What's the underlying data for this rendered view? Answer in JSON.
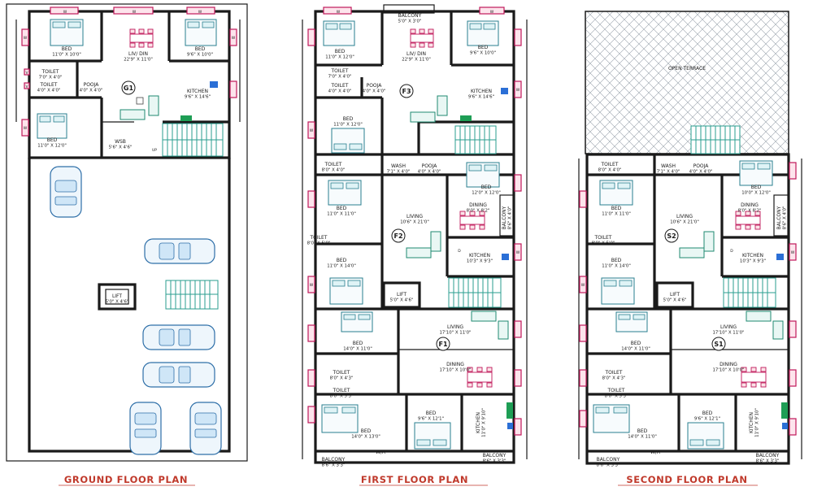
{
  "plans": [
    {
      "id": "ground",
      "title": "GROUND FLOOR PLAN",
      "unit": "G1",
      "rooms": [
        {
          "name": "BED",
          "dim": "11'0\" X 10'0\""
        },
        {
          "name": "LIV/ DIN",
          "dim": "22'9\" X 11'0\""
        },
        {
          "name": "BED",
          "dim": "9'6\" X 10'0\""
        },
        {
          "name": "TOILET",
          "dim": "7'0\" X 4'0\""
        },
        {
          "name": "TOILET",
          "dim": "4'0\" X 4'0\""
        },
        {
          "name": "POOJA",
          "dim": "4'0\" X 4'0\""
        },
        {
          "name": "KITCHEN",
          "dim": "9'6\" X 14'6\""
        },
        {
          "name": "BED",
          "dim": "11'0\" X 12'0\""
        },
        {
          "name": "WSB",
          "dim": "5'6\" X 4'6\""
        },
        {
          "name": "LIFT",
          "dim": "5'0\" X 4'6\""
        }
      ]
    },
    {
      "id": "first",
      "title": "FIRST FLOOR PLAN",
      "units": [
        "F3",
        "F2",
        "F1"
      ],
      "rooms": [
        {
          "name": "BALCONY",
          "dim": "5'0\" X 3'0\""
        },
        {
          "name": "BED",
          "dim": "11'0\" X 12'0\""
        },
        {
          "name": "LIV/ DIN",
          "dim": "22'9\" X 11'0\""
        },
        {
          "name": "BED",
          "dim": "9'6\" X 10'0\""
        },
        {
          "name": "TOILET",
          "dim": "7'0\" X 4'0\""
        },
        {
          "name": "TOILET",
          "dim": "4'0\" X 4'0\""
        },
        {
          "name": "POOJA",
          "dim": "4'0\" X 4'0\""
        },
        {
          "name": "KITCHEN",
          "dim": "9'6\" X 14'6\""
        },
        {
          "name": "BED",
          "dim": "11'0\" X 12'0\""
        },
        {
          "name": "TOILET",
          "dim": "8'0\" X 4'0\""
        },
        {
          "name": "WASH",
          "dim": "7'1\" X 4'0\""
        },
        {
          "name": "POOJA",
          "dim": "4'0\" X 4'0\""
        },
        {
          "name": "BED",
          "dim": "12'0\" X 12'0\""
        },
        {
          "name": "BED",
          "dim": "11'0\" X 11'0\""
        },
        {
          "name": "LIVING",
          "dim": "10'6\" X 21'0\""
        },
        {
          "name": "DINING",
          "dim": "8'0\" X 8'2\""
        },
        {
          "name": "BALCONY",
          "dim": "8'6\" X 4'0\""
        },
        {
          "name": "TOILET",
          "dim": "8'0\" X 5'0\""
        },
        {
          "name": "KITCHEN",
          "dim": "10'3\" X 9'3\""
        },
        {
          "name": "BED",
          "dim": "11'0\" X 14'0\""
        },
        {
          "name": "LIFT",
          "dim": "5'0\" X 4'6\""
        },
        {
          "name": "BED",
          "dim": "14'0\" X 11'0\""
        },
        {
          "name": "LIVING",
          "dim": "17'10\" X 11'0\""
        },
        {
          "name": "TOILET",
          "dim": "8'0\" X 4'3\""
        },
        {
          "name": "DINING",
          "dim": "17'10\" X 10'0\""
        },
        {
          "name": "TOILET",
          "dim": "8'0\" X 5'3\""
        },
        {
          "name": "BED",
          "dim": "9'6\" X 12'1\""
        },
        {
          "name": "BED",
          "dim": "14'0\" X 13'0\""
        },
        {
          "name": "KITCHEN",
          "dim": "11'0\" X 9'10\""
        },
        {
          "name": "BALCONY",
          "dim": "8'6\" X 3'3\""
        },
        {
          "name": "W/R",
          "dim": ""
        },
        {
          "name": "BALCONY",
          "dim": "8'6\" X 3'3\""
        }
      ]
    },
    {
      "id": "second",
      "title": "SECOND FLOOR PLAN",
      "units": [
        "S2",
        "S1"
      ],
      "rooms": [
        {
          "name": "OPEN TERRACE",
          "dim": ""
        },
        {
          "name": "TOILET",
          "dim": "8'0\" X 4'0\""
        },
        {
          "name": "WASH",
          "dim": "7'1\" X 4'0\""
        },
        {
          "name": "POOJA",
          "dim": "4'0\" X 4'0\""
        },
        {
          "name": "BED",
          "dim": "10'0\" X 12'0\""
        },
        {
          "name": "BED",
          "dim": "11'0\" X 11'0\""
        },
        {
          "name": "LIVING",
          "dim": "10'6\" X 21'0\""
        },
        {
          "name": "DINING",
          "dim": "8'0\" X 8'2\""
        },
        {
          "name": "BALCONY",
          "dim": "8'6\" X 4'0\""
        },
        {
          "name": "TOILET",
          "dim": "8'0\" X 5'0\""
        },
        {
          "name": "KITCHEN",
          "dim": "10'3\" X 9'3\""
        },
        {
          "name": "BED",
          "dim": "11'0\" X 14'0\""
        },
        {
          "name": "LIFT",
          "dim": "5'0\" X 4'6\""
        },
        {
          "name": "BED",
          "dim": "14'0\" X 11'0\""
        },
        {
          "name": "LIVING",
          "dim": "17'10\" X 11'0\""
        },
        {
          "name": "TOILET",
          "dim": "8'0\" X 4'3\""
        },
        {
          "name": "DINING",
          "dim": "17'10\" X 10'0\""
        },
        {
          "name": "TOILET",
          "dim": "8'0\" X 5'3\""
        },
        {
          "name": "BED",
          "dim": "9'6\" X 12'1\""
        },
        {
          "name": "BED",
          "dim": "14'0\" X 11'0\""
        },
        {
          "name": "KITCHEN",
          "dim": "11'0\" X 9'10\""
        },
        {
          "name": "BALCONY",
          "dim": "8'6\" X 3'3\""
        },
        {
          "name": "W/R",
          "dim": ""
        },
        {
          "name": "BALCONY",
          "dim": "8'6\" X 3'3\""
        }
      ]
    }
  ],
  "labels": {
    "window": "W",
    "ventilator": "V",
    "door": "D",
    "up": "UP"
  },
  "colors": {
    "walls": "#1a1a1a",
    "windows": "#c0185a",
    "cars": "#2e6fa8",
    "stairs": "#2a9d8f",
    "titles": "#c0392b",
    "kitchen_green": "#1e9e55",
    "kitchen_blue": "#2b6fd6"
  }
}
